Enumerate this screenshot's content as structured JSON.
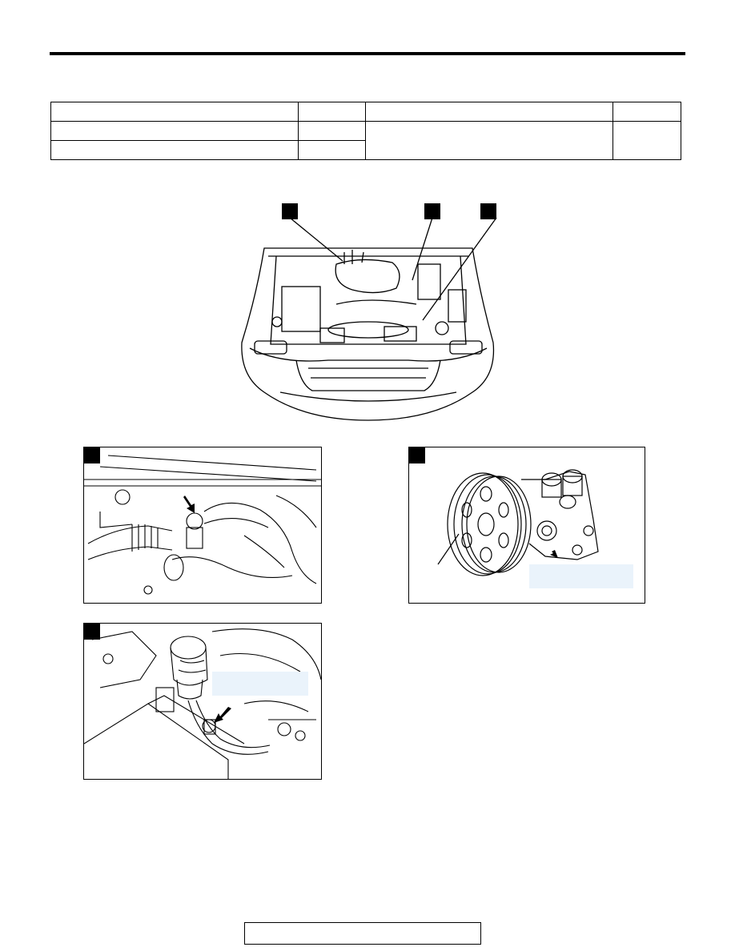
{
  "page": {
    "header_title": "",
    "spec_table": {
      "rows": [
        [
          "",
          "",
          "",
          ""
        ],
        [
          "",
          "",
          "",
          ""
        ],
        [
          "",
          "",
          "",
          ""
        ]
      ]
    },
    "footer_text": ""
  },
  "figures": {
    "overview": {
      "label": "engine-compartment-overview",
      "callouts": [
        "",
        "",
        ""
      ]
    },
    "detail_a": {
      "label": "sensor-detail-left"
    },
    "detail_b": {
      "label": "power-steering-pump-detail"
    },
    "detail_c": {
      "label": "reservoir-hose-detail"
    }
  }
}
